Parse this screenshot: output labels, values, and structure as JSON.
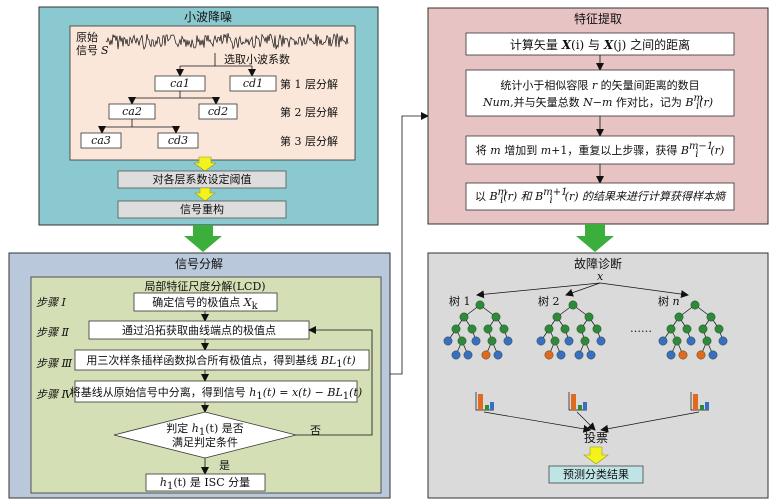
{
  "wavelet": {
    "title": "小波降噪",
    "signal_label_1": "原始",
    "signal_label_2": "信号",
    "signal_var": "S",
    "select_coeffs": "选取小波系数",
    "nodes": [
      "ca1",
      "cd1",
      "ca2",
      "cd2",
      "ca3",
      "cd3"
    ],
    "levels": [
      "第 1 层分解",
      "第 2 层分解",
      "第 3 层分解"
    ],
    "step_threshold": "对各层系数设定阈值",
    "step_reconstruct": "信号重构"
  },
  "decomp": {
    "title": "信号分解",
    "lcd_title": "局部特征尺度分解(LCD)",
    "steps": [
      "步骤 Ⅰ",
      "步骤 Ⅱ",
      "步骤 Ⅲ",
      "步骤 Ⅳ"
    ],
    "box1_text": "确定信号的极值点 ",
    "box1_var": "X",
    "box1_sub": "k",
    "box2_text": "通过沿拓获取曲线端点的极值点",
    "box3_text": "用三次样条插样函数拟合所有极值点，得到基线 ",
    "box3_var": "BL",
    "box3_sub": "1",
    "box3_arg": "(t)",
    "box4_text": "将基线从原始信号中分离，得到信号 ",
    "box4_expr": "h",
    "box4_expr_sub": "1",
    "box4_expr_rest": "(t) = x(t) − BL",
    "box4_expr_sub2": "1",
    "box4_expr_end": "(t)",
    "decision_1a": "判定 ",
    "decision_1b": "h",
    "decision_1c": "1",
    "decision_1d": "(t) 是否",
    "decision_2": "满足判定条件",
    "no_label": "否",
    "yes_label": "是",
    "output_a": "h",
    "output_b": "1",
    "output_c": "(t) 是 ISC 分量"
  },
  "feature": {
    "title": "特征提取",
    "step1_a": "计算矢量 ",
    "step1_b": "X",
    "step1_c": "(i) 与 ",
    "step1_d": "X",
    "step1_e": "(j) 之间的距离",
    "step2_line1_a": "统计小于相似容限 ",
    "step2_line1_b": "r",
    "step2_line1_c": " 的矢量间距离的数目",
    "step2_line2_a": "Num",
    "step2_line2_b": ",并与矢量总数 ",
    "step2_line2_c": "N",
    "step2_line2_d": "−",
    "step2_line2_e": "m",
    "step2_line2_f": " 作对比，记为 ",
    "step2_line2_g": "B",
    "step2_sup": "m",
    "step2_sub": "i",
    "step2_arg": "(r)",
    "step3_a": "将 ",
    "step3_b": "m",
    "step3_c": " 增加到 ",
    "step3_d": "m",
    "step3_e": "+1，重复以上步骤，获得 ",
    "step3_f": "B",
    "step3_sup": "m−1",
    "step3_sub": "i",
    "step3_arg": "(r)",
    "step4_a": "以 ",
    "step4_b": "B",
    "step4_sup1": "m",
    "step4_sub1": "i",
    "step4_c": "(r) 和 ",
    "step4_d": "B",
    "step4_sup2": "m+1",
    "step4_sub2": "i",
    "step4_e": "(r) 的结果来进行计算获得样本熵"
  },
  "fault": {
    "title": "故障诊断",
    "input_var": "x",
    "tree1": "树 1",
    "tree2": "树 2",
    "treen_a": "树 ",
    "treen_b": "n",
    "ellipsis": "……",
    "vote": "投票",
    "result": "预测分类结果"
  },
  "colors": {
    "teal": "#8ac9d0",
    "pink": "#fbe7da",
    "steel": "#b9c8db",
    "green_panel": "#d5dfb6",
    "rose": "#e7c3c3",
    "gray": "#dadada",
    "green_arrow": "#3cae3c",
    "yellow_arrow": "#f3f31b",
    "node_green": "#2e8a3a",
    "node_blue": "#3a6ec0",
    "node_orange": "#e06a1f"
  }
}
